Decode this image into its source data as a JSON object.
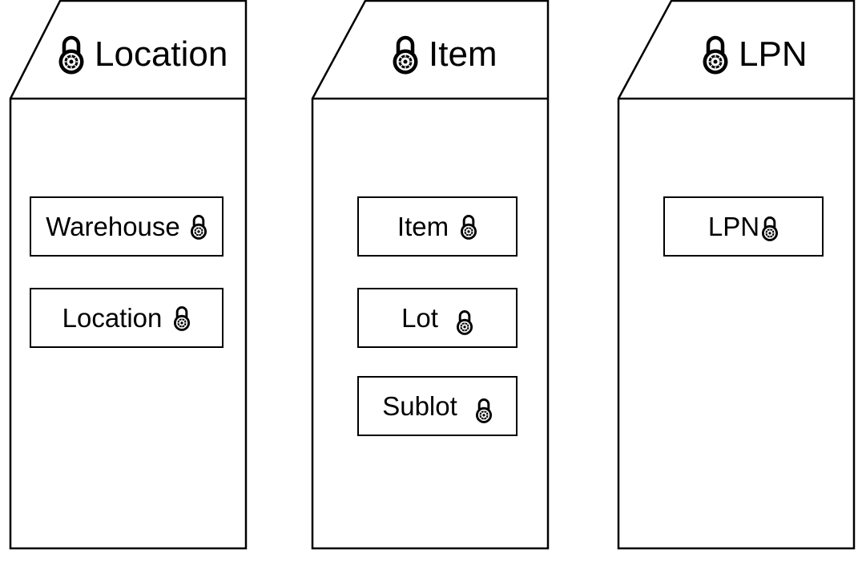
{
  "columns": [
    {
      "title": "Location",
      "items": [
        {
          "label": "Warehouse"
        },
        {
          "label": "Location"
        }
      ]
    },
    {
      "title": "Item",
      "items": [
        {
          "label": "Item"
        },
        {
          "label": "Lot"
        },
        {
          "label": "Sublot"
        }
      ]
    },
    {
      "title": "LPN",
      "items": [
        {
          "label": "LPN"
        }
      ]
    }
  ],
  "icons": {
    "header_icon": "lock-icon",
    "item_icon": "lock-icon"
  },
  "colors": {
    "stroke": "#000000",
    "background": "#ffffff"
  }
}
